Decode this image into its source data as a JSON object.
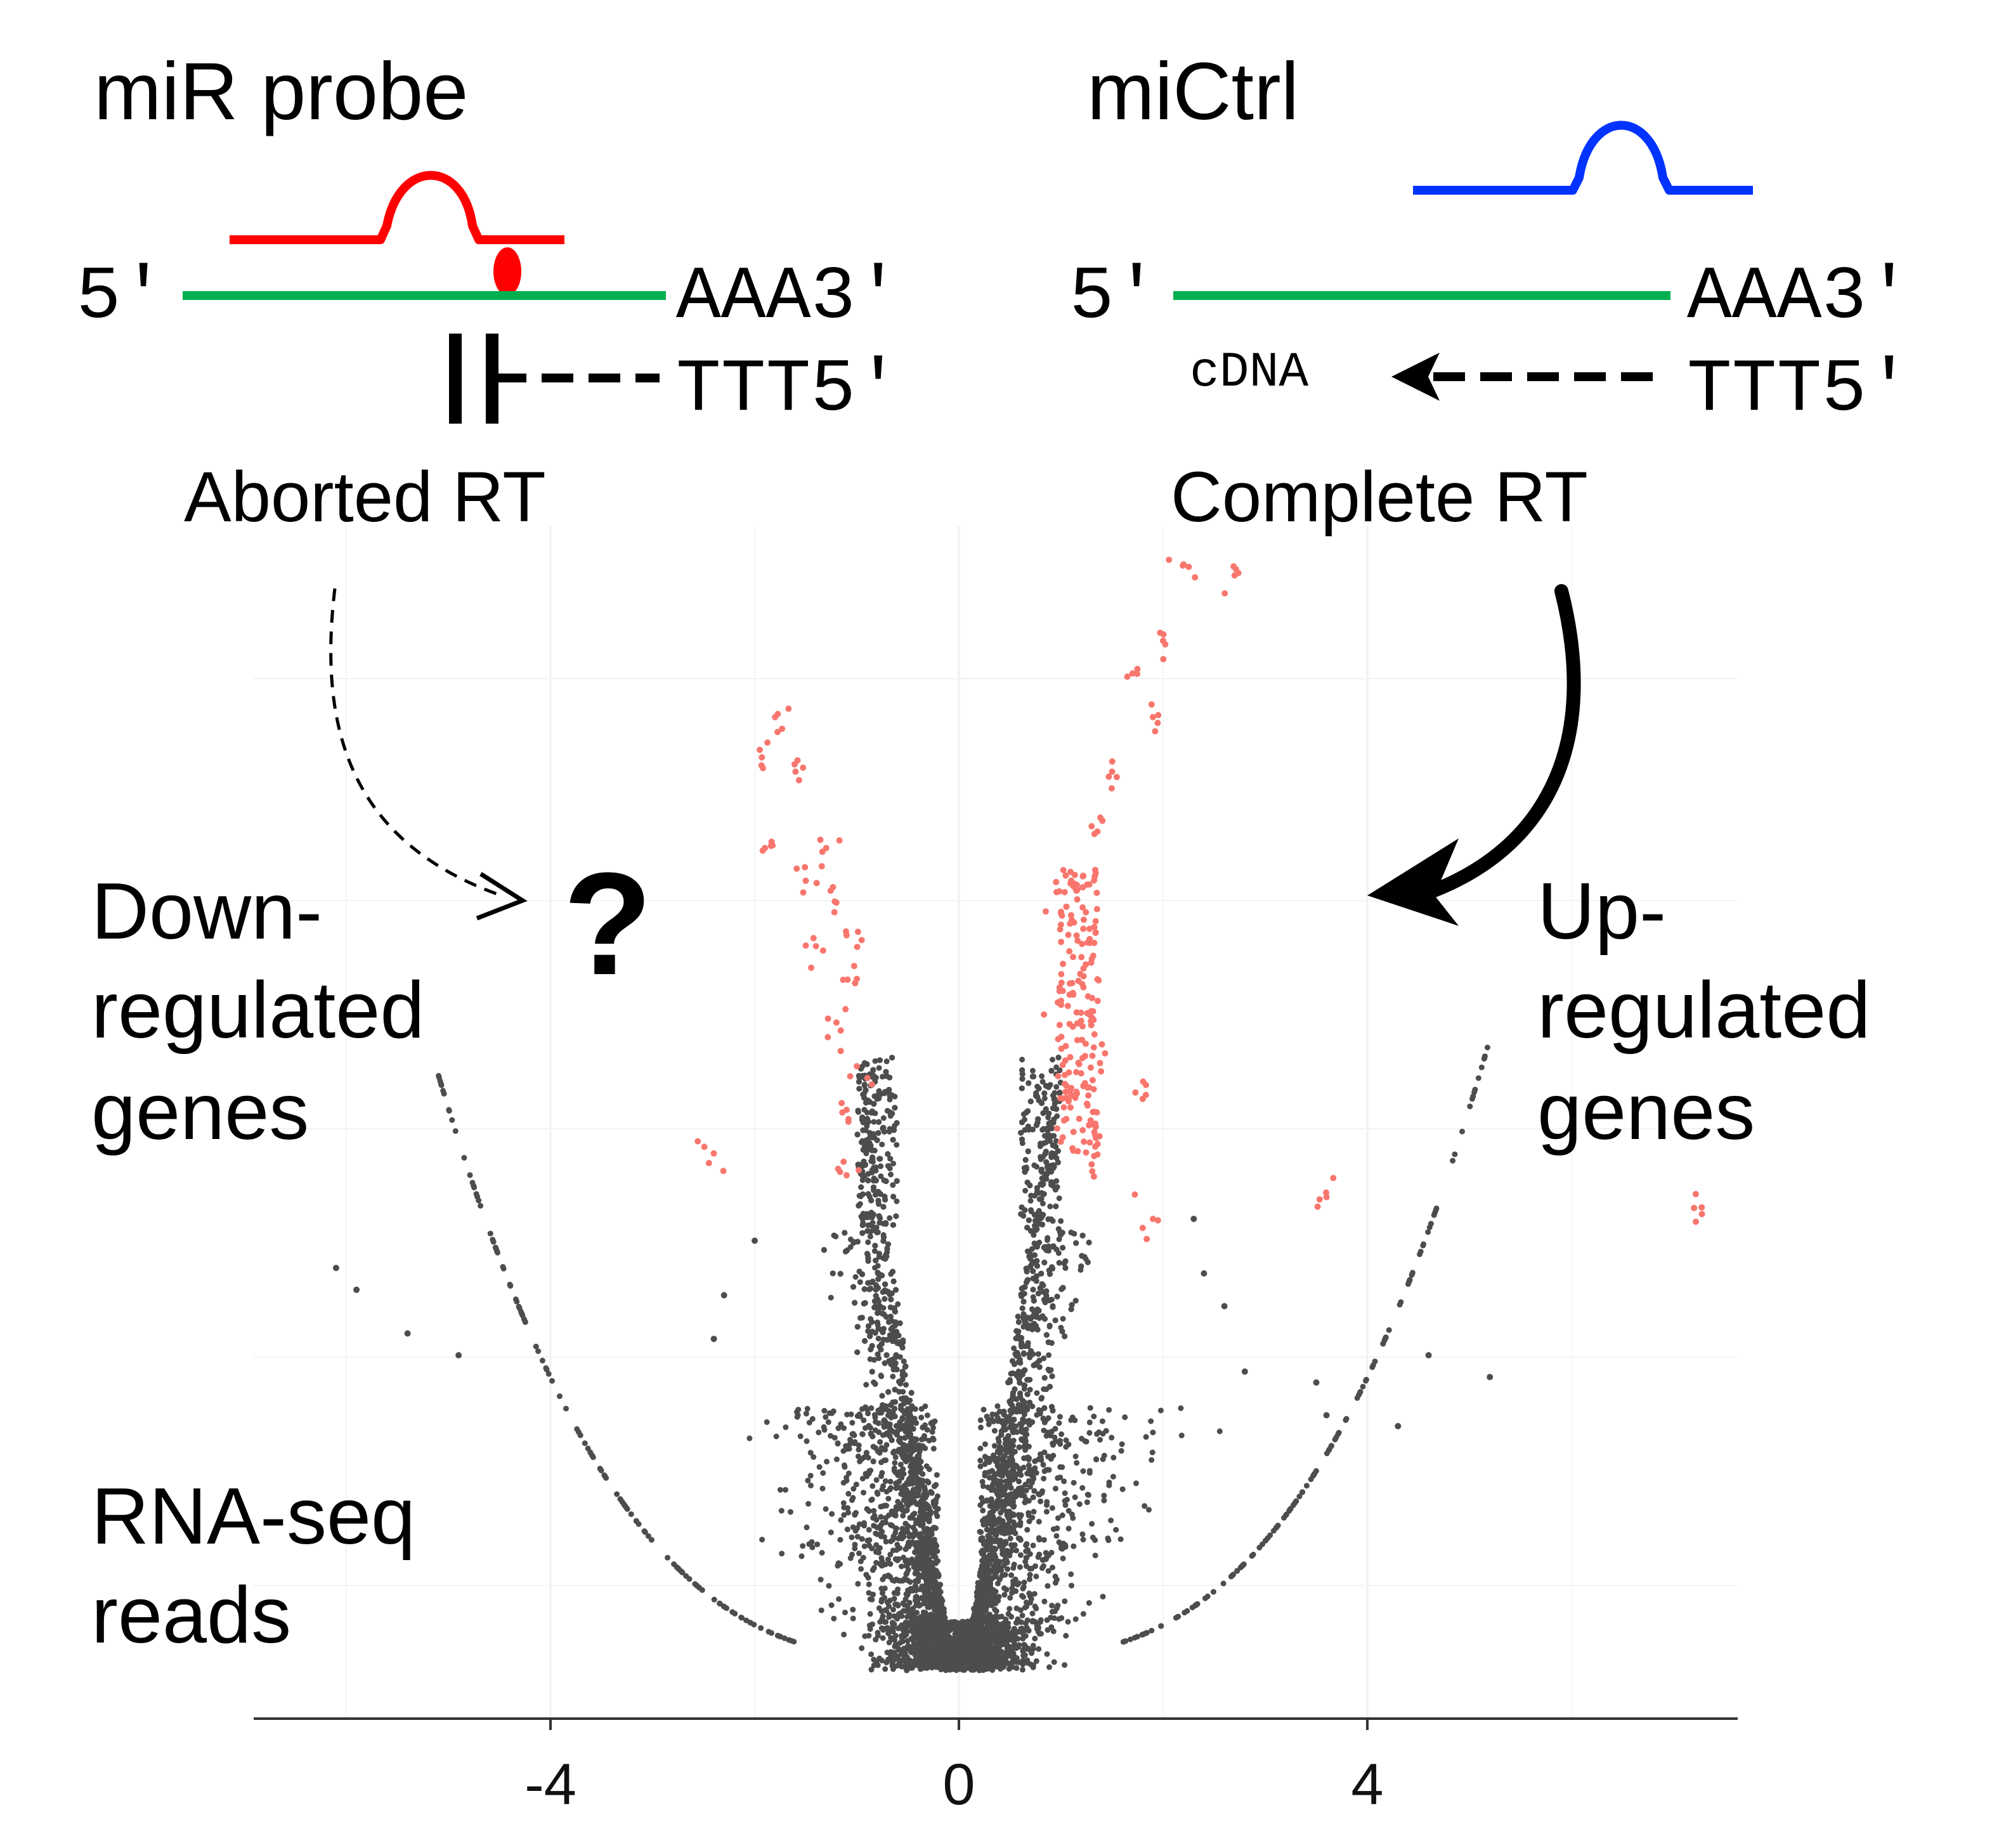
{
  "panel_left": {
    "title": "miR probe",
    "five_prime": "5′",
    "poly_a": "AAA3′",
    "primer": "TTT5′",
    "caption": "Aborted RT",
    "probe_color": "#ff0000",
    "mrna_color": "#00b050"
  },
  "panel_right": {
    "title": "miCtrl",
    "five_prime": "5′",
    "poly_a": "AAA3′",
    "primer": "TTT5′",
    "product": "cDNA",
    "caption": "Complete RT",
    "probe_color": "#0033ff",
    "mrna_color": "#00b050"
  },
  "labels": {
    "down_line1": "Down-",
    "down_line2": "regulated",
    "down_line3": "genes",
    "up_line1": "Up-",
    "up_line2": "regulated",
    "up_line3": "genes",
    "question": "?",
    "reads_line1": "RNA-seq",
    "reads_line2": "reads"
  },
  "chart_data": {
    "type": "scatter",
    "title": "",
    "xlabel": "",
    "ylabel": "",
    "x_ticks": [
      "-4",
      "0",
      "4"
    ],
    "xlim": [
      -6.8,
      7.8
    ],
    "grid": true,
    "colors": {
      "significant": "#f8766d",
      "other": "#4d4d4d"
    },
    "highlighted_points": [
      {
        "x": -1.8,
        "y": 8.6
      },
      {
        "x": -1.95,
        "y": 8.3
      },
      {
        "x": -1.6,
        "y": 8.1
      },
      {
        "x": -1.9,
        "y": 7.4
      },
      {
        "x": -1.3,
        "y": 7.4
      },
      {
        "x": -1.5,
        "y": 7.1
      },
      {
        "x": -1.2,
        "y": 6.9
      },
      {
        "x": -1.1,
        "y": 6.6
      },
      {
        "x": -1.4,
        "y": 6.5
      },
      {
        "x": -1.0,
        "y": 6.2
      },
      {
        "x": -1.2,
        "y": 5.8
      },
      {
        "x": -1.0,
        "y": 5.4
      },
      {
        "x": -1.1,
        "y": 5.0
      },
      {
        "x": -2.4,
        "y": 4.6
      },
      {
        "x": -1.1,
        "y": 4.4
      },
      {
        "x": 2.2,
        "y": 10.0
      },
      {
        "x": 2.7,
        "y": 9.9
      },
      {
        "x": 2.0,
        "y": 9.3
      },
      {
        "x": 1.7,
        "y": 9.0
      },
      {
        "x": 1.9,
        "y": 8.6
      },
      {
        "x": 1.5,
        "y": 8.1
      },
      {
        "x": 1.3,
        "y": 7.6
      },
      {
        "x": 1.1,
        "y": 7.1
      },
      {
        "x": 1.0,
        "y": 6.8
      },
      {
        "x": 1.2,
        "y": 6.4
      },
      {
        "x": 1.0,
        "y": 6.0
      },
      {
        "x": 1.4,
        "y": 5.6
      },
      {
        "x": 1.1,
        "y": 5.2
      },
      {
        "x": 1.8,
        "y": 5.1
      },
      {
        "x": 1.3,
        "y": 4.5
      },
      {
        "x": 3.6,
        "y": 4.2
      },
      {
        "x": 7.2,
        "y": 4.1
      },
      {
        "x": 1.9,
        "y": 4.0
      }
    ]
  }
}
